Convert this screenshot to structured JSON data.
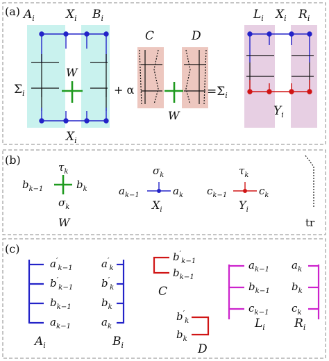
{
  "colors": {
    "cyan_region": "#c9f2ee",
    "peach_region": "#edc7bf",
    "lilac_region": "#e7cfe3",
    "blue": "#2323c8",
    "green": "#1f9a1f",
    "red": "#d01515",
    "magenta": "#cc22cc",
    "ink": "#111111",
    "panel_border": "#8a8a8a"
  },
  "panel_a": {
    "tag": "(a)",
    "labels": {
      "A": "A",
      "A_sub": "i",
      "X": "X",
      "X_sub": "i",
      "B": "B",
      "B_sub": "i",
      "W_mid": "W",
      "sum": "Σ",
      "sum_sub": "i",
      "X_bottom": "X",
      "X_bottom_sub": "i",
      "plus_alpha": "+ α",
      "C": "C",
      "D": "D",
      "W_bottom": "W",
      "eq_sum": "=Σ",
      "eq_sum_sub": "i",
      "L": "L",
      "L_sub": "i",
      "X_right": "X",
      "X_right_sub": "i",
      "R": "R",
      "R_sub": "i",
      "Y": "Y",
      "Y_sub": "i"
    }
  },
  "panel_b": {
    "tag": "(b)",
    "W_node": {
      "top": "τ",
      "top_sub": "k",
      "left": "b",
      "left_sub": "k−1",
      "right": "b",
      "right_sub": "k",
      "bottom": "σ",
      "bottom_sub": "k",
      "name": "W"
    },
    "X_node": {
      "top": "σ",
      "top_sub": "k",
      "left": "a",
      "left_sub": "k−1",
      "right": "a",
      "right_sub": "k",
      "name": "X",
      "name_sub": "i"
    },
    "Y_node": {
      "top": "τ",
      "top_sub": "k",
      "left": "c",
      "left_sub": "k−1",
      "right": "c",
      "right_sub": "k",
      "name": "Y",
      "name_sub": "i"
    },
    "tr": "tr"
  },
  "panel_c": {
    "tag": "(c)",
    "A_labels": [
      {
        "b": "a",
        "sup": "′",
        "sub": "k−1"
      },
      {
        "b": "b",
        "sup": "′",
        "sub": "k−1"
      },
      {
        "b": "b",
        "sup": "",
        "sub": "k−1"
      },
      {
        "b": "a",
        "sup": "",
        "sub": "k−1"
      }
    ],
    "A_name": "A",
    "A_name_sub": "i",
    "B_labels": [
      {
        "b": "a",
        "sup": "′",
        "sub": "k"
      },
      {
        "b": "b",
        "sup": "′",
        "sub": "k"
      },
      {
        "b": "b",
        "sup": "",
        "sub": "k"
      },
      {
        "b": "a",
        "sup": "",
        "sub": "k"
      }
    ],
    "B_name": "B",
    "B_name_sub": "i",
    "C_labels": [
      {
        "b": "b",
        "sup": "′",
        "sub": "k−1"
      },
      {
        "b": "b",
        "sup": "",
        "sub": "k−1"
      }
    ],
    "C_name": "C",
    "D_labels": [
      {
        "b": "b",
        "sup": "′",
        "sub": "k"
      },
      {
        "b": "b",
        "sup": "",
        "sub": "k"
      }
    ],
    "D_name": "D",
    "L_labels": [
      {
        "b": "a",
        "sub": "k−1"
      },
      {
        "b": "b",
        "sub": "k−1"
      },
      {
        "b": "c",
        "sub": "k−1"
      }
    ],
    "L_name": "L",
    "L_name_sub": "i",
    "R_labels": [
      {
        "b": "a",
        "sub": "k"
      },
      {
        "b": "b",
        "sub": "k"
      },
      {
        "b": "c",
        "sub": "k"
      }
    ],
    "R_name": "R",
    "R_name_sub": "i"
  }
}
